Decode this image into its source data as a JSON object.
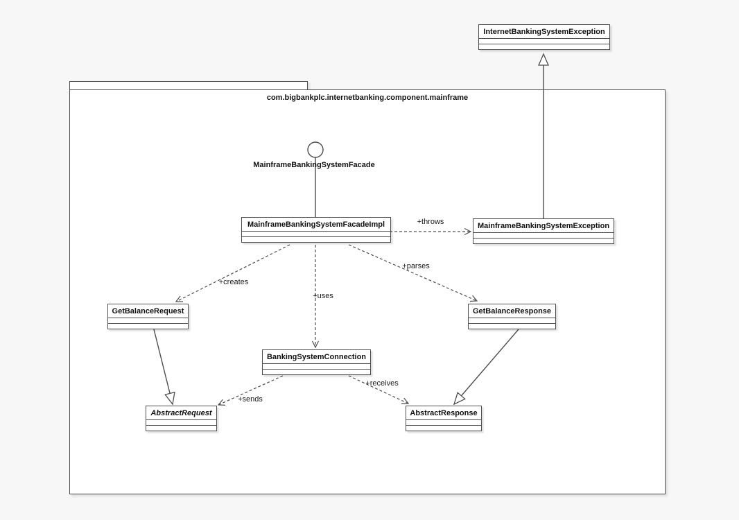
{
  "diagram": {
    "package": {
      "title": "com.bigbankplc.internetbanking.component.mainframe"
    },
    "interface": {
      "label": "MainframeBankingSystemFacade",
      "notation": "lollipop-circle"
    },
    "classes": [
      {
        "name": "InternetBankingSystemException",
        "abstract": false
      },
      {
        "name": "MainframeBankingSystemFacadeImpl",
        "abstract": false
      },
      {
        "name": "MainframeBankingSystemException",
        "abstract": false
      },
      {
        "name": "GetBalanceRequest",
        "abstract": false
      },
      {
        "name": "GetBalanceResponse",
        "abstract": false
      },
      {
        "name": "BankingSystemConnection",
        "abstract": false
      },
      {
        "name": "AbstractRequest",
        "abstract": true
      },
      {
        "name": "AbstractResponse",
        "abstract": false
      }
    ],
    "relationships": [
      {
        "type": "realization",
        "from": "MainframeBankingSystemFacadeImpl",
        "to": "MainframeBankingSystemFacade",
        "label": ""
      },
      {
        "type": "generalization",
        "from": "MainframeBankingSystemException",
        "to": "InternetBankingSystemException",
        "label": ""
      },
      {
        "type": "generalization",
        "from": "GetBalanceRequest",
        "to": "AbstractRequest",
        "label": ""
      },
      {
        "type": "generalization",
        "from": "GetBalanceResponse",
        "to": "AbstractResponse",
        "label": ""
      },
      {
        "type": "dependency",
        "from": "MainframeBankingSystemFacadeImpl",
        "to": "MainframeBankingSystemException",
        "label": "+throws"
      },
      {
        "type": "dependency",
        "from": "MainframeBankingSystemFacadeImpl",
        "to": "GetBalanceRequest",
        "label": "+creates"
      },
      {
        "type": "dependency",
        "from": "MainframeBankingSystemFacadeImpl",
        "to": "BankingSystemConnection",
        "label": "+uses"
      },
      {
        "type": "dependency",
        "from": "MainframeBankingSystemFacadeImpl",
        "to": "GetBalanceResponse",
        "label": "+parses"
      },
      {
        "type": "dependency",
        "from": "BankingSystemConnection",
        "to": "AbstractRequest",
        "label": "+sends"
      },
      {
        "type": "dependency",
        "from": "BankingSystemConnection",
        "to": "AbstractResponse",
        "label": "+receives"
      }
    ],
    "colors": {
      "line": "#4d4d4d",
      "box_fill": "#ffffff",
      "background": "#f7f7f7",
      "text": "#111111"
    }
  }
}
